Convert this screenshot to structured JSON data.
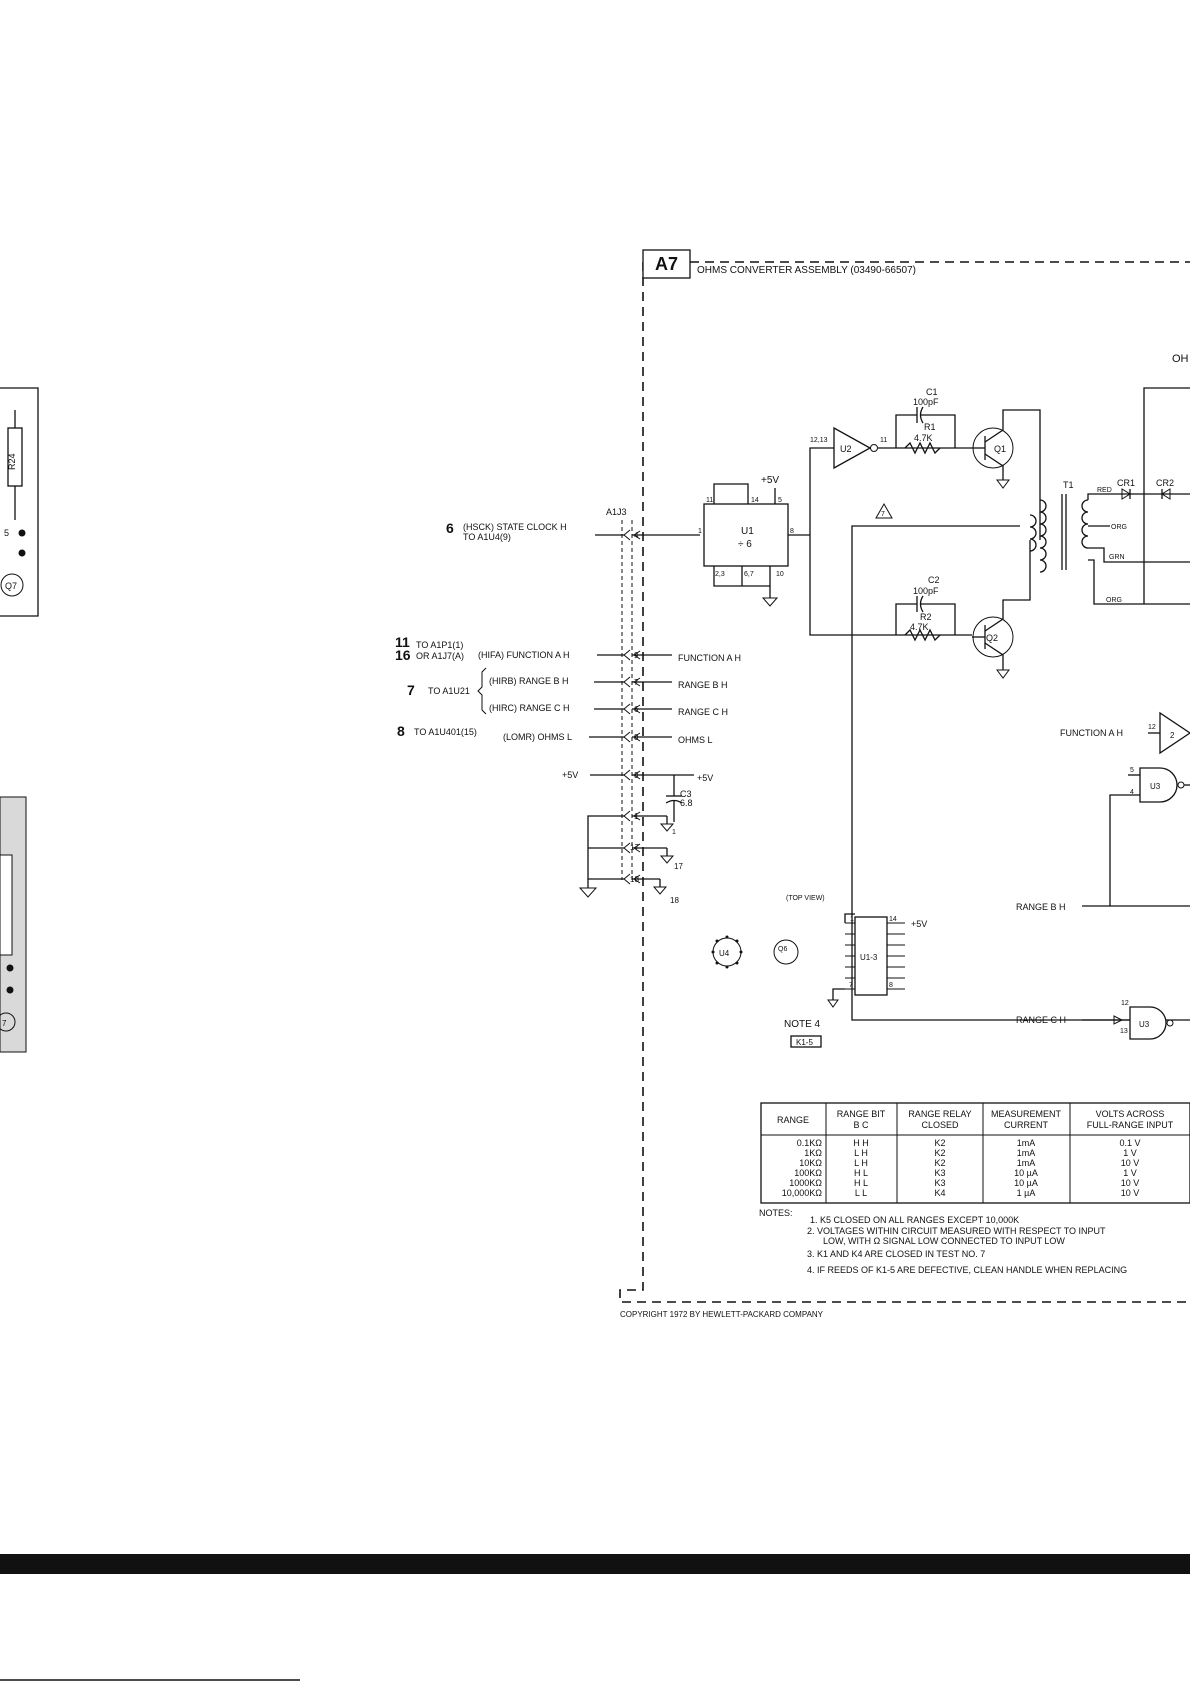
{
  "assembly": {
    "id": "A7",
    "title": "OHMS CONVERTER ASSEMBLY (03490-66507)",
    "right_cut_label": "OH",
    "copyright": "COPYRIGHT 1972 BY HEWLETT-PACKARD COMPANY"
  },
  "connector": {
    "label": "A1J3"
  },
  "left_signals": {
    "s1_num": "6",
    "s1_text": "(HSCK) STATE CLOCK H",
    "s1_sub": "TO A1U4(9)",
    "s2_num_a": "11",
    "s2_num_b": "16",
    "s2_text_a": "TO A1P1(1)",
    "s2_text_b": "OR A1J7(A)",
    "s2_name": "(HIFA) FUNCTION A H",
    "s3_num": "7",
    "s3_to": "TO A1U21",
    "s3_name_a": "(HIRB) RANGE B H",
    "s3_name_b": "(HIRC) RANGE C H",
    "s4_num": "8",
    "s4_text": "TO A1U401(15)",
    "s4_name": "(LOMR) OHMS L",
    "s5": "+5V"
  },
  "pins": {
    "p4": "4",
    "p9": "9",
    "p7": "7",
    "p6": "6",
    "p8": "8",
    "p3": "3",
    "p1": "1",
    "p17": "17",
    "p18": "18"
  },
  "inner_signals": {
    "function_a_h": "FUNCTION A H",
    "range_b_h": "RANGE B H",
    "range_c_h": "RANGE C H",
    "ohms_l": "OHMS L",
    "plus5v": "+5V"
  },
  "components": {
    "u1_a": "U1",
    "u1_b": "÷ 6",
    "u1_pin11": "11",
    "u1_pin14": "14",
    "u1_pin5": "5",
    "u1_pin1": "1",
    "u1_pin8": "8",
    "u1_pins_a": "2,3",
    "u1_pins_b": "6,7",
    "u1_pin10": "10",
    "u1_vcc": "+5V",
    "u2": "U2",
    "u2_in": "12,13",
    "u2_out": "11",
    "c1_a": "C1",
    "c1_b": "100pF",
    "r1_a": "R1",
    "r1_b": "4.7K",
    "q1": "Q1",
    "c2_a": "C2",
    "c2_b": "100pF",
    "r2_a": "R2",
    "r2_b": "4.7K",
    "q2": "Q2",
    "t1": "T1",
    "cr1": "CR1",
    "cr2": "CR2",
    "red": "RED",
    "org": "ORG",
    "grn": "GRN",
    "org2": "ORG",
    "note_flag": "7",
    "c3_a": "C3",
    "c3_b": "6.8",
    "u3": "U3",
    "u3_pin5": "5",
    "u3_pin4": "4",
    "u3b": "U3",
    "u3b_pin12": "12",
    "u3b_pin13": "13",
    "u2b": "2",
    "u2b_pin": "12"
  },
  "ground_labels": {
    "g1": "1",
    "g17": "17",
    "g18": "18"
  },
  "top_view": {
    "label": "(TOP VIEW)",
    "u4": "U4",
    "q6": "Q6",
    "ic": "U1-3",
    "ic_pin1": "1",
    "ic_pin14": "14",
    "ic_pin7": "7",
    "ic_pin8": "8",
    "ic_vcc": "+5V"
  },
  "note4": {
    "label": "NOTE 4",
    "relay": "K1-5"
  },
  "table": {
    "headers": [
      "RANGE",
      "RANGE BIT\nB    C",
      "RANGE RELAY\nCLOSED",
      "MEASUREMENT\nCURRENT",
      "VOLTS ACROSS\nFULL-RANGE INPUT"
    ],
    "rows": [
      [
        "0.1KΩ",
        "H  H",
        "K2",
        "1mA",
        "0.1 V"
      ],
      [
        "1KΩ",
        "L  H",
        "K2",
        "1mA",
        "1 V"
      ],
      [
        "10KΩ",
        "L  H",
        "K2",
        "1mA",
        "10 V"
      ],
      [
        "100KΩ",
        "H  L",
        "K3",
        "10 µA",
        "1 V"
      ],
      [
        "1000KΩ",
        "H  L",
        "K3",
        "10 µA",
        "10 V"
      ],
      [
        "10,000KΩ",
        "L  L",
        "K4",
        "1 µA",
        "10 V"
      ]
    ]
  },
  "notes": {
    "label": "NOTES:",
    "n1": "1. K5 CLOSED ON ALL RANGES EXCEPT 10,000K",
    "n2a": "2. VOLTAGES WITHIN CIRCUIT MEASURED WITH RESPECT TO INPUT",
    "n2b": "LOW, WITH Ω SIGNAL LOW CONNECTED TO INPUT LOW",
    "n3": "3. K1 AND K4 ARE CLOSED IN TEST NO. 7",
    "n4": "4. IF REEDS OF K1-5 ARE DEFECTIVE, CLEAN HANDLE WHEN REPLACING"
  },
  "left_fragment": {
    "r24": "R24",
    "q7a": "Q7",
    "q7b": "7",
    "r5": "5"
  }
}
